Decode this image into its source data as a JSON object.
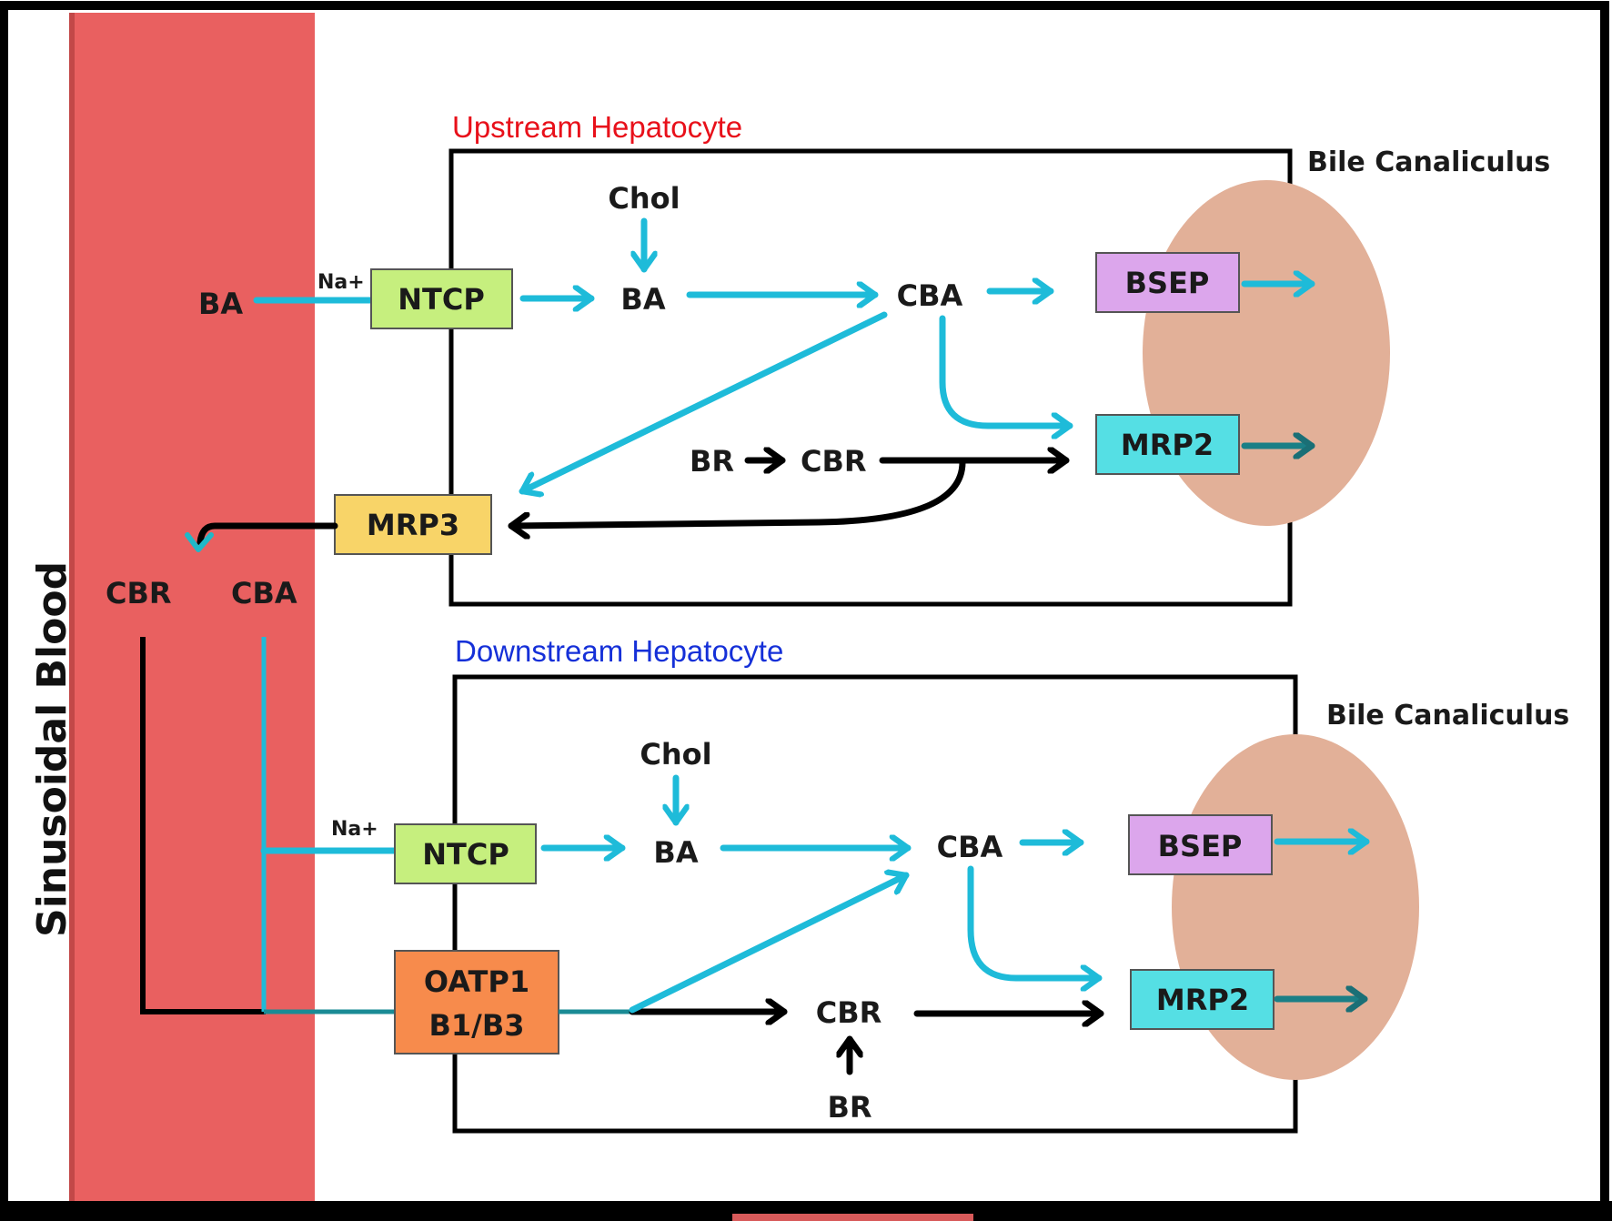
{
  "colors": {
    "blood": "#e96060",
    "canaliculus": "#e2b098",
    "ntcp": "#c6ef7e",
    "bsep": "#dca6ec",
    "mrp2": "#55dfe4",
    "mrp3": "#f8d468",
    "oatp": "#f78b4c",
    "flow_blue": "#1ebbd9",
    "upstream_title": "#e8101a",
    "downstream_title": "#1530d8"
  },
  "sidebar": {
    "label": "Sinusoidal Blood"
  },
  "upstream": {
    "title": "Upstream Hepatocyte",
    "canaliculus_label": "Bile Canaliculus",
    "ba_blood": "BA",
    "na_label": "Na+",
    "ntcp": "NTCP",
    "chol": "Chol",
    "ba": "BA",
    "cba": "CBA",
    "bsep": "BSEP",
    "mrp2": "MRP2",
    "br": "BR",
    "cbr": "CBR",
    "mrp3": "MRP3"
  },
  "blood_pool": {
    "cbr": "CBR",
    "cba": "CBA"
  },
  "downstream": {
    "title": "Downstream Hepatocyte",
    "canaliculus_label": "Bile Canaliculus",
    "na_label": "Na+",
    "ntcp": "NTCP",
    "oatp_line1": "OATP1",
    "oatp_line2": "B1/B3",
    "chol": "Chol",
    "ba": "BA",
    "cba": "CBA",
    "bsep": "BSEP",
    "mrp2": "MRP2",
    "cbr": "CBR",
    "br": "BR"
  }
}
